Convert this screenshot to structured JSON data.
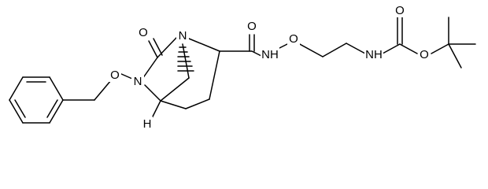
{
  "molecule": {
    "atoms": {
      "o_carbonyl": "O",
      "n_bridge": "N",
      "n_ring": "N",
      "o_benzyloxy": "O",
      "h_stereo": "H",
      "o_amide": "O",
      "nh_amide": "NH",
      "o_hydroxylamine": "O",
      "nh_carbamate": "NH",
      "o_carbamate_carbonyl": "O",
      "o_carbamate_ester": "O"
    }
  }
}
